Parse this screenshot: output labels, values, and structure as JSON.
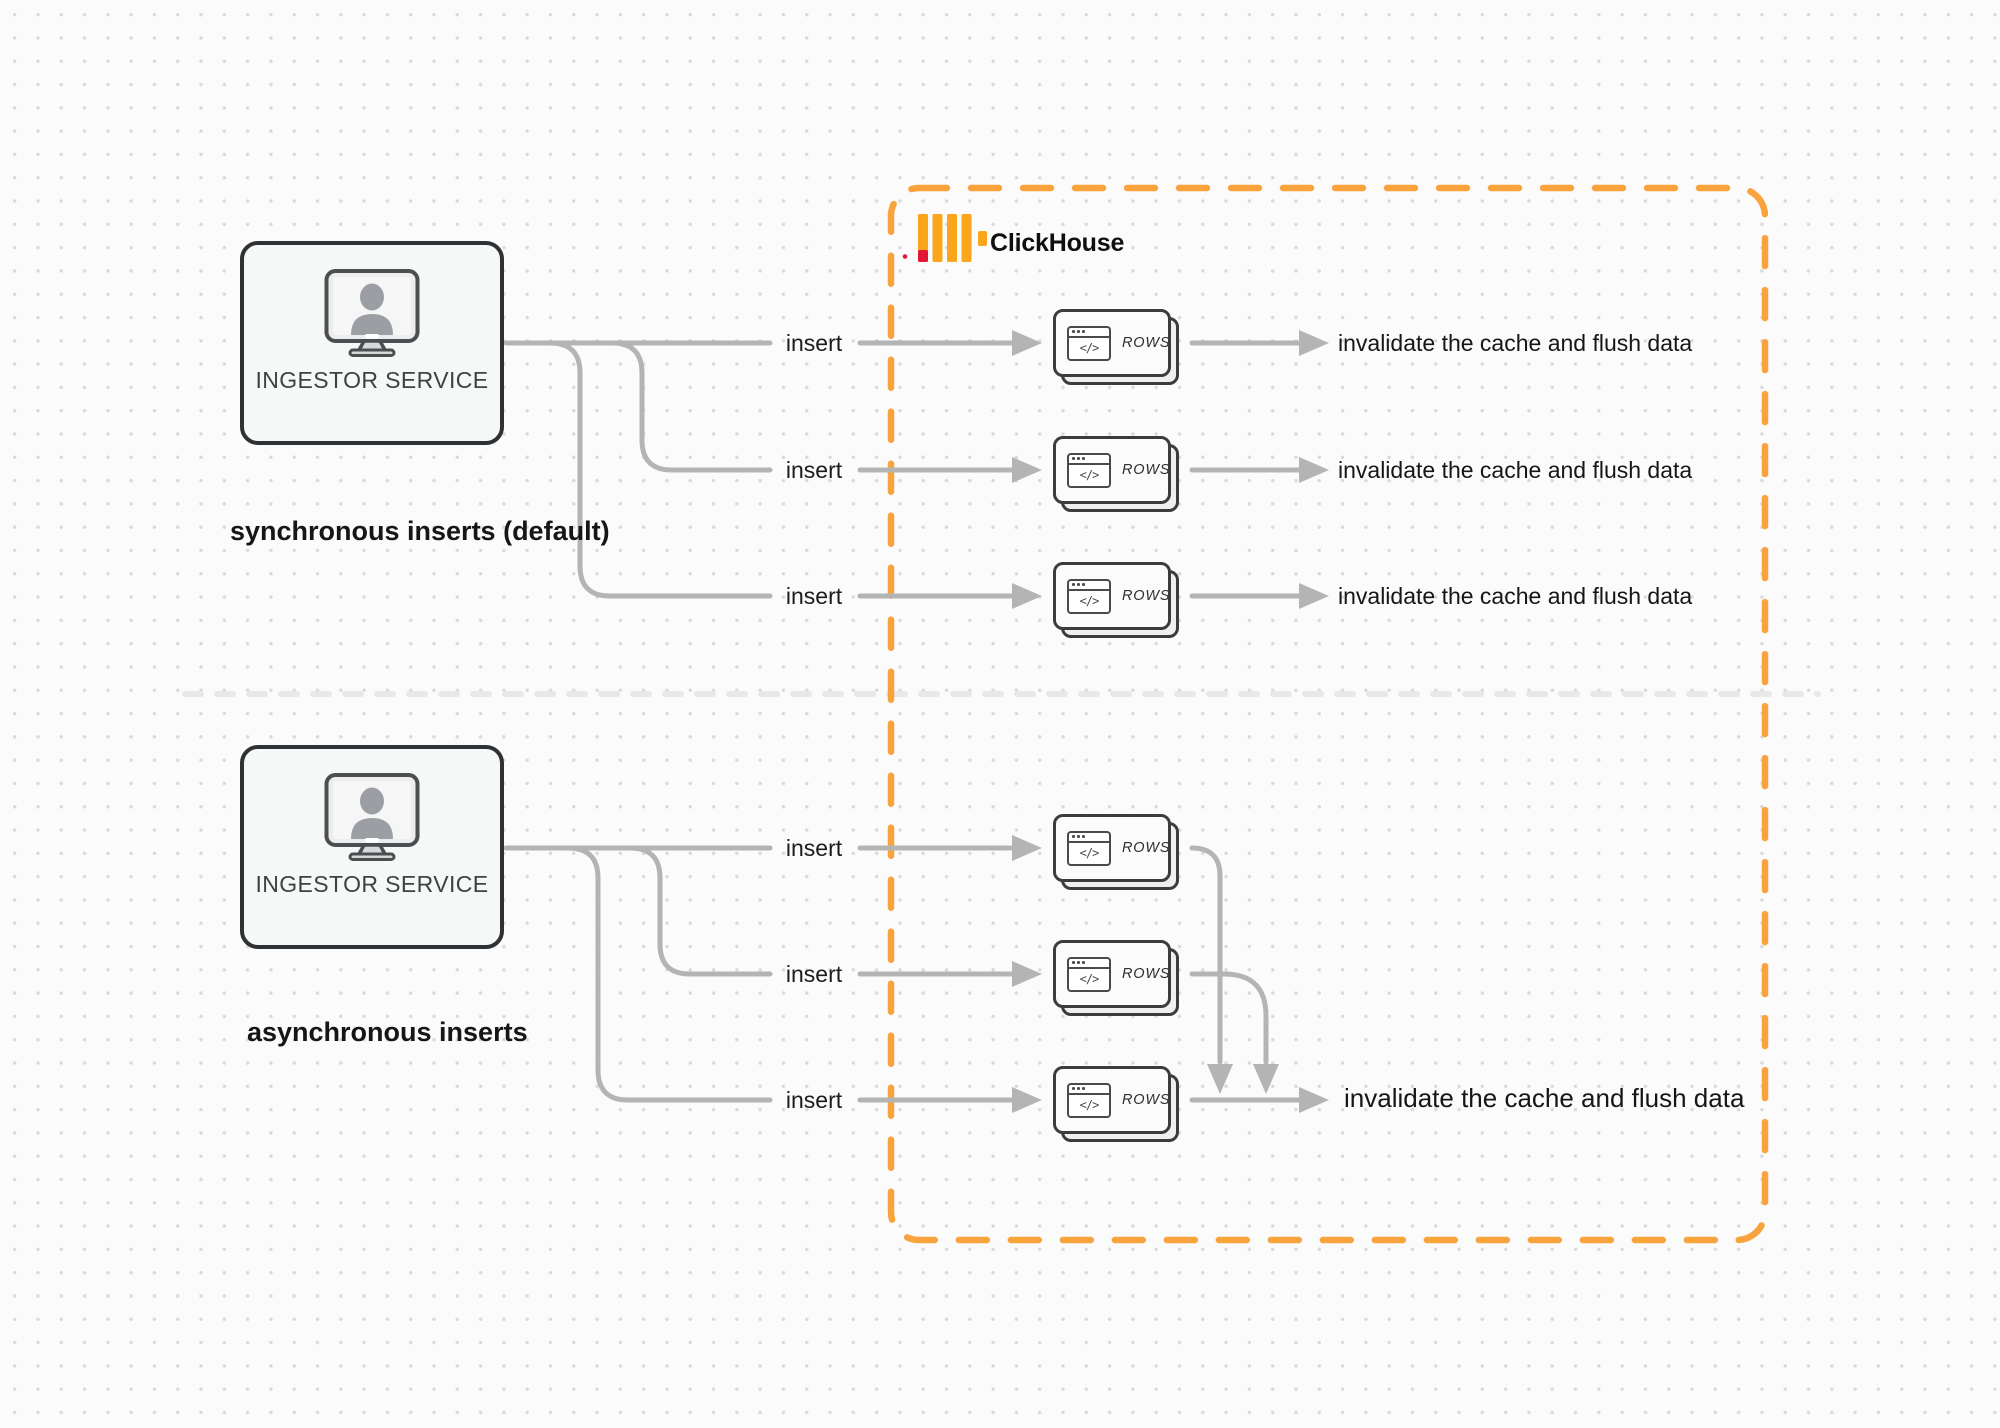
{
  "header": {
    "logo_text": "ClickHouse"
  },
  "ingestor": {
    "label": "INGESTOR SERVICE"
  },
  "captions": {
    "sync": "synchronous inserts (default)",
    "async": "asynchronous inserts"
  },
  "labels": {
    "insert": "insert",
    "invalidate": "invalidate the cache and flush data"
  },
  "rows_icon": {
    "label": "ROWS",
    "code_glyph": "</>"
  },
  "colors": {
    "clickhouse_border_orange": "#F9A33C",
    "logo_yellow": "#FAA51B",
    "logo_red": "#E31837",
    "connector_gray": "#B4B4B4",
    "divider_gray": "#E8E8E8"
  }
}
